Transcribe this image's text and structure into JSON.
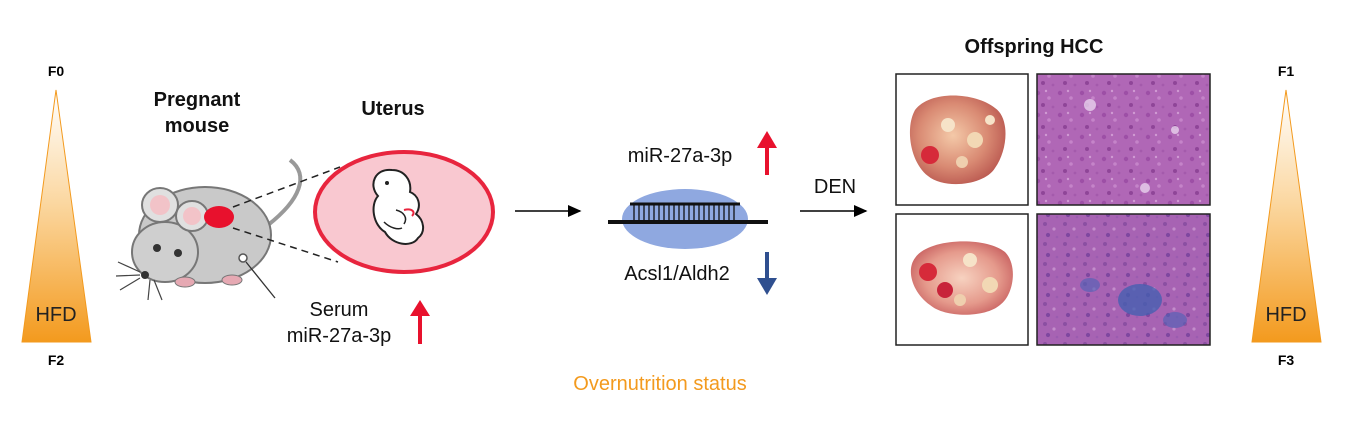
{
  "generations": {
    "left_top": "F0",
    "left_bottom": "F2",
    "right_top": "F1",
    "right_bottom": "F3",
    "triangle_label": "HFD",
    "triangle_color_top": "#ffffff",
    "triangle_color_bottom": "#f39a1e"
  },
  "mouse": {
    "title_line1": "Pregnant",
    "title_line2": "mouse",
    "serum_line1": "Serum",
    "serum_line2": "miR-27a-3p",
    "serum_trend": "up"
  },
  "uterus": {
    "title": "Uterus"
  },
  "mechanism": {
    "mirna_label": "miR-27a-3p",
    "mirna_trend": "up",
    "targets_label": "Acsl1/Aldh2",
    "targets_trend": "down"
  },
  "treatment": {
    "label": "DEN"
  },
  "offspring": {
    "title": "Offspring HCC"
  },
  "footer": {
    "status": "Overnutrition status"
  },
  "colors": {
    "up_arrow": "#e8112d",
    "down_arrow": "#2f4f8f",
    "uterus_fill": "#f9c8d0",
    "uterus_stroke": "#e8253e",
    "complex_fill": "#8fa8e0",
    "status_text": "#f39a1e"
  }
}
